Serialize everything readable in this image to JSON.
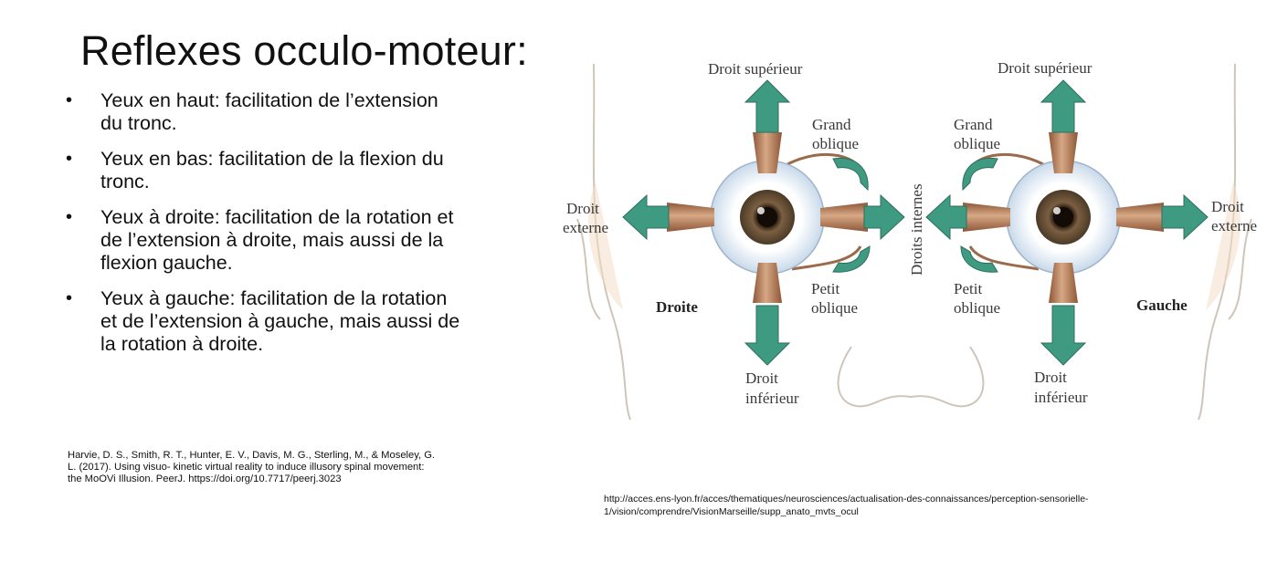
{
  "slide": {
    "title": "Reflexes occulo-moteur:",
    "bullets": [
      {
        "marker": "•",
        "lines": [
          "Yeux en haut: facilitation de l’extension",
          "du tronc."
        ]
      },
      {
        "marker": "•",
        "lines": [
          "Yeux en bas: facilitation de la flexion du",
          "tronc."
        ]
      },
      {
        "marker": "•",
        "lines": [
          "Yeux à droite: facilitation de la rotation et",
          "de l’extension à droite, mais aussi de la",
          "flexion gauche."
        ]
      },
      {
        "marker": "•",
        "lines": [
          "Yeux à gauche: facilitation de la rotation",
          "et de l’extension à gauche, mais aussi de",
          "la rotation à droite."
        ]
      }
    ],
    "reference_lines": [
      "Harvie, D. S., Smith, R. T., Hunter, E. V., Davis, M. G., Sterling, M., & Moseley, G.",
      "L. (2017). Using visuo- kinetic virtual reality to induce illusory spinal movement:",
      "the MoOVi Illusion. PeerJ. https://doi.org/10.7717/peerj.3023"
    ],
    "source_url_lines": [
      "http://acces.ens-lyon.fr/acces/thematiques/neurosciences/actualisation-des-connaissances/perception-sensorielle-",
      "1/vision/comprendre/VisionMarseille/supp_anato_mvts_ocul"
    ]
  },
  "figure": {
    "colors": {
      "arrow": "#3f9a82",
      "muscle": "#a9714e",
      "iris": "#6d5339",
      "sclera": "#e6eef6",
      "skin": "#f1dcc0"
    },
    "labels": {
      "droit_superieur_left": "Droit supérieur",
      "droit_superieur_right": "Droit supérieur",
      "grand_left": "Grand",
      "oblique_g_left": "oblique",
      "grand_right": "Grand",
      "oblique_g_right": "oblique",
      "droit_ext_left_1": "Droit",
      "droit_ext_left_2": "externe",
      "droit_ext_right_1": "Droit",
      "droit_ext_right_2": "externe",
      "droits_internes": "Droits internes",
      "petit_left": "Petit",
      "oblique_p_left": "oblique",
      "petit_right": "Petit",
      "oblique_p_right": "oblique",
      "droite": "Droite",
      "gauche": "Gauche",
      "droit_inf_left_1": "Droit",
      "droit_inf_left_2": "inférieur",
      "droit_inf_right_1": "Droit",
      "droit_inf_right_2": "inférieur"
    }
  }
}
